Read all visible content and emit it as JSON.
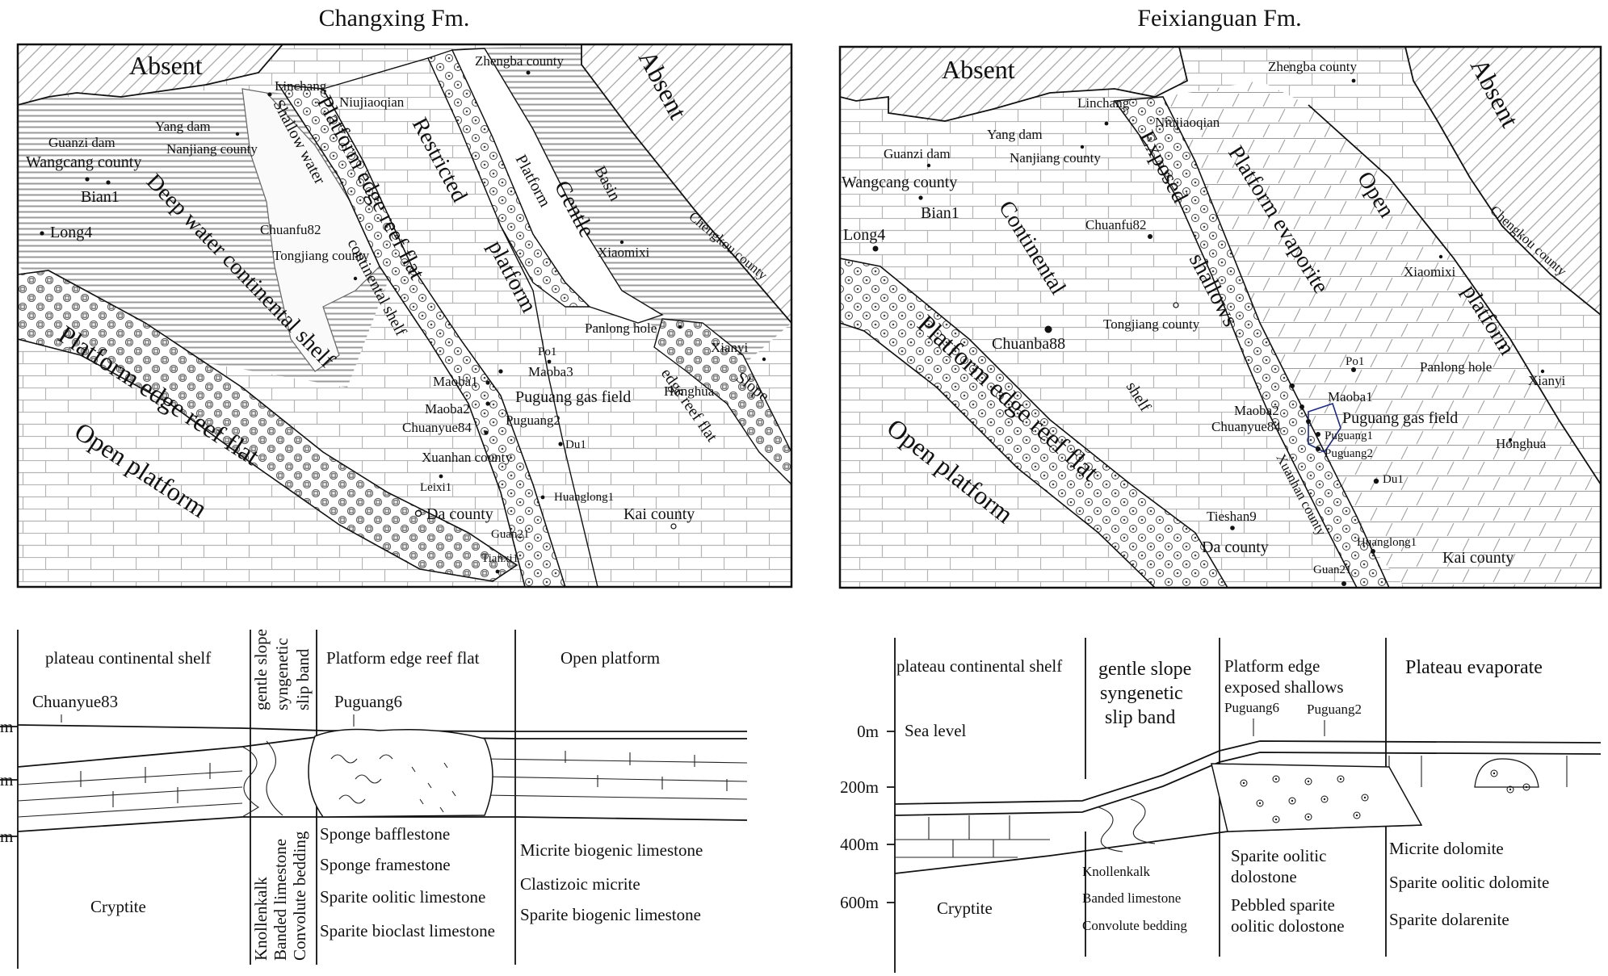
{
  "maps": {
    "left": {
      "title": "Changxing Fm.",
      "zones": {
        "absent_nw": "Absent",
        "absent_ne": "Absent",
        "shallow_shelf_a": "Shallow water",
        "shallow_shelf_b": "continental shelf",
        "edge_reef_upper": "Platform edge reef flat",
        "restricted_a": "Restricted",
        "restricted_b": "platform",
        "platform": "Platform",
        "gentle": "Gentle",
        "basin": "Basin",
        "deep_shelf": "Deep water continental shelf",
        "edge_reef_lower": "Platform edge reef flat",
        "open_platform": "Open platform",
        "slope": "Slope",
        "edge_reef_flat_east": "edge reef flat"
      },
      "places": {
        "zhengba": "Zhengba county",
        "linchang": "Linchang",
        "niujiaoqian": "Niujiaoqian",
        "guanzi_dam": "Guanzi dam",
        "yang_dam": "Yang dam",
        "nanjiang": "Nanjiang county",
        "wangcang": "Wangcang county",
        "bian1": "Bian1",
        "long4": "Long4",
        "chuanfu82": "Chuanfu82",
        "tongjiang": "Tongjiang county",
        "xiaomixi": "Xiaomixi",
        "chengkou": "Chengkou county",
        "panlong_hole": "Panlong hole",
        "xianyi": "Xianyi",
        "honghua": "Honghua",
        "po1": "Po1",
        "maoba3": "Maoba3",
        "maoba1": "Maoba1",
        "maoba2": "Maoba2",
        "chuanyue84": "Chuanyue84",
        "puguang_gas_field": "Puguang gas field",
        "puguang2": "Puguang2",
        "du1": "Du1",
        "xuanhan": "Xuanhan county",
        "leixi1": "Leixi1",
        "da_county": "Da county",
        "huanglong1": "Huanglong1",
        "kai_county": "Kai county",
        "guan21": "Guan21",
        "tianxi1": "Tianxi1"
      }
    },
    "right": {
      "title": "Feixianguan Fm.",
      "zones": {
        "absent_nw": "Absent",
        "absent_ne": "Absent",
        "exposed_shallows_a": "Exposed",
        "exposed_shallows_b": "shallows",
        "platform_evaporite": "Platform evaporite",
        "open_a": "Open",
        "open_b": "platform",
        "continental": "Continental",
        "shelf": "shelf",
        "edge_reef": "Platform edge reef flat",
        "open_platform": "Open platform"
      },
      "places": {
        "zhengba": "Zhengba county",
        "linchang": "Linchang",
        "niujiaoqian": "Niujiaoqian",
        "yang_dam": "Yang dam",
        "guanzi_dam": "Guanzi dam",
        "nanjiang": "Nanjiang county",
        "wangcang": "Wangcang county",
        "bian1": "Bian1",
        "long4": "Long4",
        "chuanfu82": "Chuanfu82",
        "chengkou": "Chengkou county",
        "xiaomixi": "Xiaomixi",
        "tongjiang": "Tongjiang county",
        "chuanba88": "Chuanba88",
        "po1": "Po1",
        "panlong_hole": "Panlong hole",
        "xianyi": "Xianyi",
        "maoba1": "Maoba1",
        "maoba2": "Maoba2",
        "chuanyue84": "Chuanyue84",
        "puguang_gas_field": "Puguang gas field",
        "puguang1": "Puguang1",
        "puguang2": "Puguang2",
        "honghua": "Honghua",
        "xuanhan": "Xuanhan county",
        "du1": "Du1",
        "tieshan9": "Tieshan9",
        "da_county": "Da county",
        "huanglong1": "Huanglong1",
        "kai_county": "Kai county",
        "guan21": "Guan21"
      }
    }
  },
  "sections": {
    "left": {
      "headers": {
        "col1": "plateau continental shelf",
        "col2_a": "gentle slope",
        "col2_b": "syngenetic",
        "col2_c": "slip band",
        "col3": "Platform edge reef flat",
        "col4": "Open platform"
      },
      "wells": {
        "w1": "Chuanyue83",
        "w2": "Puguang6"
      },
      "depth_ticks": [
        "m",
        "m",
        "m"
      ],
      "lithology": {
        "col1": [
          "Cryptite"
        ],
        "col2": [
          "Knollenkalk",
          "Banded limestone",
          "Convolute bedding"
        ],
        "col3": [
          "Sponge bafflestone",
          "Sponge framestone",
          "Sparite oolitic limestone",
          "Sparite bioclast limestone"
        ],
        "col4": [
          "Micrite biogenic limestone",
          "Clastizoic micrite",
          "Sparite biogenic limestone"
        ]
      }
    },
    "right": {
      "headers": {
        "col1": "plateau continental shelf",
        "col2_a": "gentle slope",
        "col2_b": "syngenetic",
        "col2_c": "slip band",
        "col3_a": "Platform edge",
        "col3_b": "exposed shallows",
        "col4": "Plateau evaporate"
      },
      "wells": {
        "w1": "Puguang6",
        "w2": "Puguang2"
      },
      "sea_level": "Sea level",
      "depth_ticks": [
        "0m",
        "200m",
        "400m",
        "600m"
      ],
      "lithology": {
        "col1": [
          "Cryptite"
        ],
        "col2": [
          "Knollenkalk",
          "Banded limestone",
          "Convolute bedding"
        ],
        "col3": [
          "Sparite oolitic",
          "dolostone",
          "Pebbled sparite",
          "oolitic dolostone"
        ],
        "col4": [
          "Micrite dolomite",
          "Sparite oolitic dolomite",
          "Sparite dolarenite"
        ]
      }
    }
  }
}
